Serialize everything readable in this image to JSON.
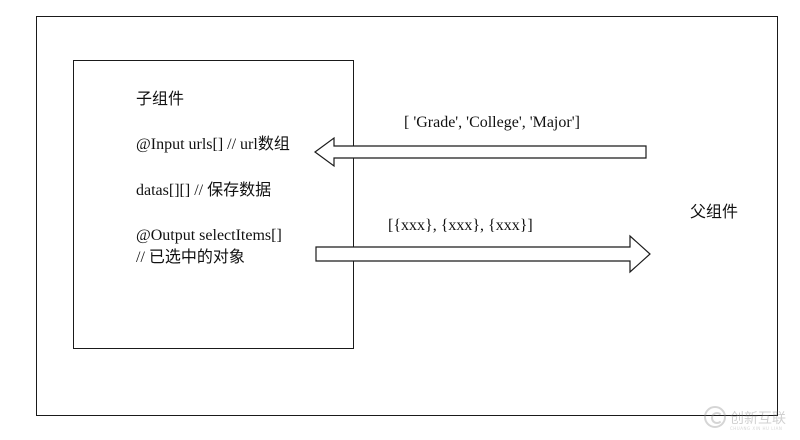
{
  "parent": {
    "label": "父组件"
  },
  "child": {
    "label": "子组件",
    "input_line": {
      "prefix": "@Input urls[] // url",
      "suffix": "数组"
    },
    "datas_line": {
      "prefix": "datas[][] // ",
      "suffix": "保存数据"
    },
    "output_line": "@Output selectItems[]",
    "output_comment": {
      "prefix": "// ",
      "suffix": "已选中的对象"
    }
  },
  "arrows": {
    "to_child_label": "[ 'Grade', 'College', 'Major']",
    "to_parent_label": "[{xxx}, {xxx}, {xxx}]"
  },
  "watermark": {
    "text": "创新互联",
    "subtext": "CHUANG XIN HU LIAN"
  },
  "colors": {
    "stroke": "#1a1a1a",
    "background": "#ffffff"
  }
}
